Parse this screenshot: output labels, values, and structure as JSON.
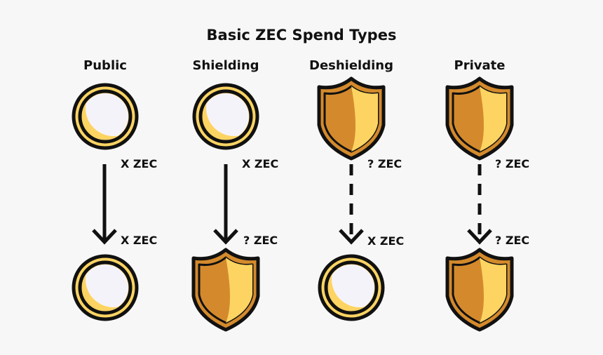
{
  "title": "Basic ZEC Spend Types",
  "colors": {
    "coin_gold": "#fdd462",
    "coin_face": "#f5f3fa",
    "shield_dark": "#d48a2c",
    "shield_light": "#fdd462",
    "stroke": "#111111",
    "background": "#f7f7f7"
  },
  "columns": [
    {
      "heading": "Public",
      "top_icon": "coin",
      "bottom_icon": "coin",
      "arrow": "solid",
      "input_label": "X  ZEC",
      "output_label": "X  ZEC"
    },
    {
      "heading": "Shielding",
      "top_icon": "coin",
      "bottom_icon": "shield",
      "arrow": "solid",
      "input_label": "X  ZEC",
      "output_label": "?  ZEC"
    },
    {
      "heading": "Deshielding",
      "top_icon": "shield",
      "bottom_icon": "coin",
      "arrow": "dashed",
      "input_label": "?  ZEC",
      "output_label": "X  ZEC"
    },
    {
      "heading": "Private",
      "top_icon": "shield",
      "bottom_icon": "shield",
      "arrow": "dashed",
      "input_label": "?  ZEC",
      "output_label": "?  ZEC"
    }
  ]
}
